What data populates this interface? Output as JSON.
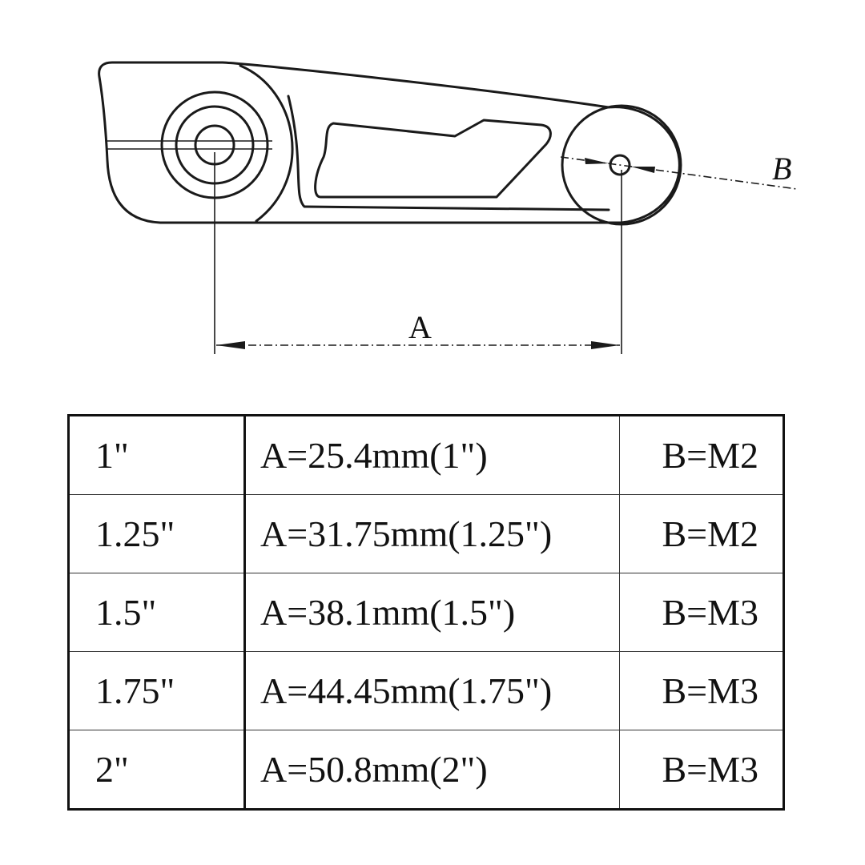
{
  "drawing": {
    "label_a": "A",
    "label_b": "B"
  },
  "table": {
    "rows": [
      {
        "size": "1\"",
        "a": "A=25.4mm(1\")",
        "b": "B=M2"
      },
      {
        "size": "1.25\"",
        "a": "A=31.75mm(1.25\")",
        "b": "B=M2"
      },
      {
        "size": "1.5\"",
        "a": "A=38.1mm(1.5\")",
        "b": "B=M3"
      },
      {
        "size": "1.75\"",
        "a": "A=44.45mm(1.75\")",
        "b": "B=M3"
      },
      {
        "size": "2\"",
        "a": "A=50.8mm(2\")",
        "b": "B=M3"
      }
    ]
  }
}
